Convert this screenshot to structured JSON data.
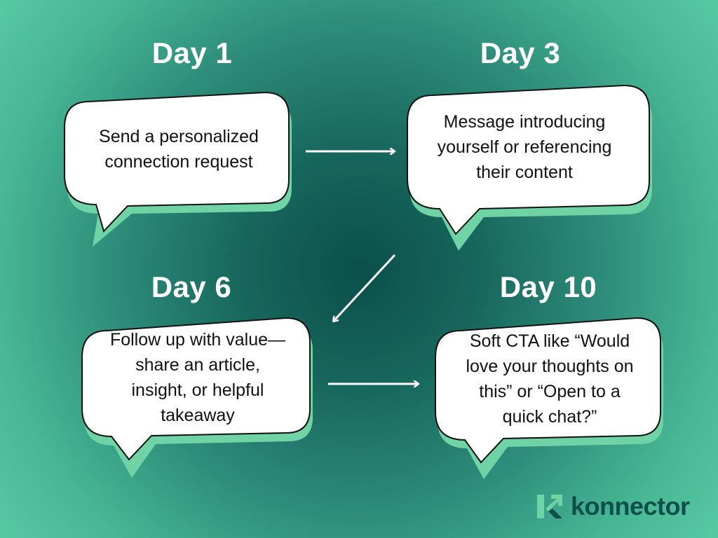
{
  "steps": [
    {
      "day": "Day 1",
      "text": "Send a personalized connection request"
    },
    {
      "day": "Day 3",
      "text": "Message introducing yourself or referencing their content"
    },
    {
      "day": "Day 6",
      "text": "Follow up with value—share an article, insight, or helpful takeaway"
    },
    {
      "day": "Day 10",
      "text": "Soft CTA like “Would love your thoughts on this” or “Open to a quick chat?”"
    }
  ],
  "brand": {
    "name": "konnector",
    "logo_icon": "konnector-k-arrow-icon"
  },
  "colors": {
    "bubble_fill": "#ffffff",
    "bubble_shadow": "#6fd3a6",
    "bubble_outline": "#111111",
    "arrow": "#ffffff",
    "title": "#ffffff",
    "brand_dark": "#0f4f49",
    "brand_light": "#6fd3a6"
  }
}
